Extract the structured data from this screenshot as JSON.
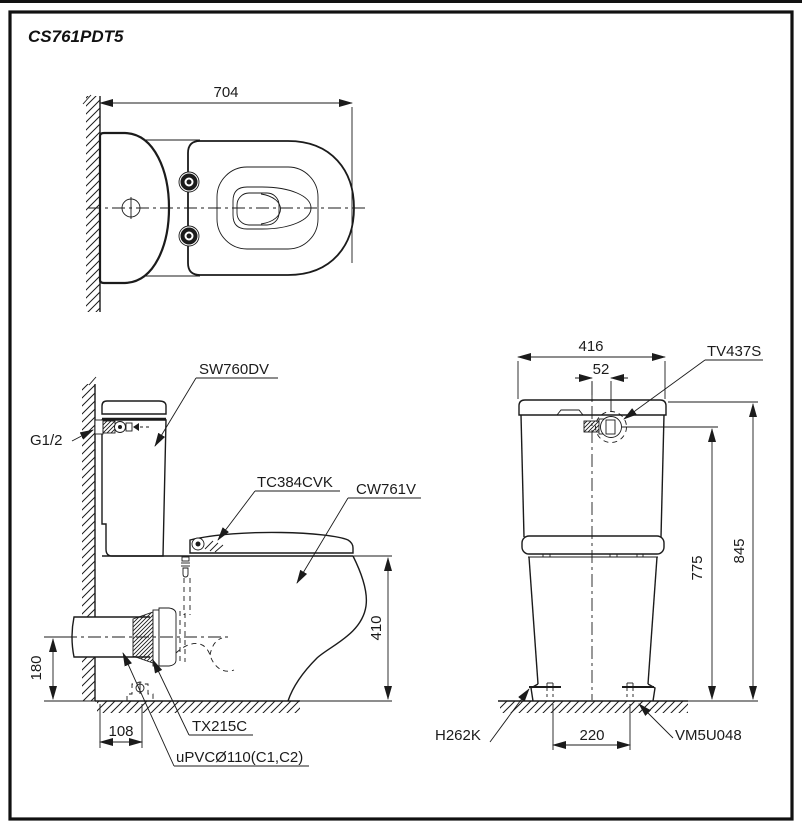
{
  "title": "CS761PDT5",
  "colors": {
    "ink": "#1b1b1b",
    "background": "#ffffff"
  },
  "top_view": {
    "dims": {
      "overall_depth": "704"
    }
  },
  "side_view": {
    "labels": {
      "water_supply": "G1/2",
      "cistern": "SW760DV",
      "seat": "TC384CVK",
      "bowl": "CW761V",
      "outlet_connector": "TX215C",
      "drain_pipe": "uPVCØ110(C1,C2)"
    },
    "dims": {
      "rim_height": "410",
      "outlet_centre_height": "180",
      "outlet_offset": "108"
    }
  },
  "rear_view": {
    "labels": {
      "inlet_valve": "TV437S",
      "fixing_cap_left": "H262K",
      "fixing_cap_right": "VM5U048"
    },
    "dims": {
      "cistern_width": "416",
      "valve_offset": "52",
      "inlet_height": "775",
      "overall_height": "845",
      "bolt_spacing": "220"
    }
  }
}
